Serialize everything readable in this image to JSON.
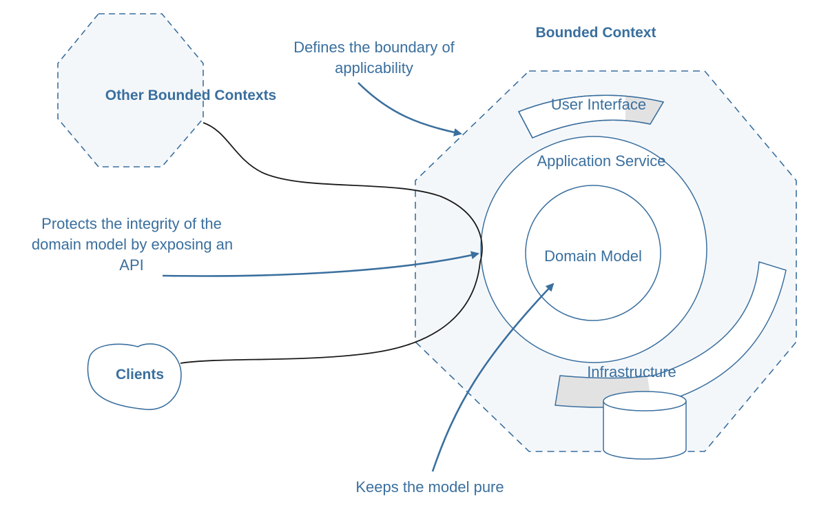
{
  "diagram": {
    "title": "Bounded Context",
    "other_contexts": "Other Bounded Contexts",
    "clients": "Clients",
    "layers": {
      "user_interface": "User Interface",
      "application_service": "Application Service",
      "domain_model": "Domain Model",
      "infrastructure": "Infrastructure"
    },
    "annotations": {
      "boundary_line1": "Defines the boundary of",
      "boundary_line2": "applicability",
      "api_line1": "Protects the integrity of the",
      "api_line2": "domain model by exposing an",
      "api_line3": "API",
      "pure": "Keeps the model pure"
    },
    "colors": {
      "accent": "#3a6f9e",
      "fill": "#f4f7fa",
      "band": "#e2e2e2",
      "connector": "#1a1a1a"
    }
  }
}
